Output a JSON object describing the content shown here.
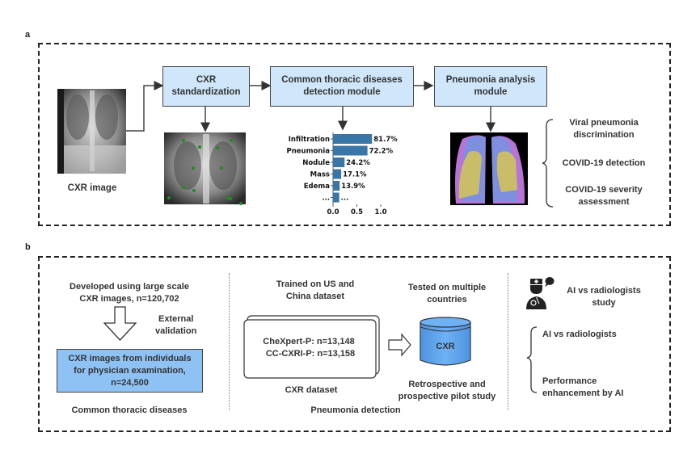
{
  "panel_a": {
    "label": "a",
    "input_caption": "CXR image",
    "modules": {
      "standardization": {
        "line1": "CXR",
        "line2": "standardization"
      },
      "detection": {
        "line1": "Common thoracic diseases",
        "line2": "detection module"
      },
      "pneumonia": {
        "line1": "Pneumonia analysis",
        "line2": "module"
      }
    },
    "outcomes": [
      {
        "line1": "Viral pneumonia",
        "line2": "discrimination"
      },
      {
        "line1": "COVID-19 detection",
        "line2": ""
      },
      {
        "line1": "COVID-19 severity",
        "line2": "assessment"
      }
    ],
    "colors": {
      "module_fill": "#cfe6fb",
      "bar": "#3a75a8",
      "landmark": "#1e8c1e",
      "lung_blue": "#7f8fe0",
      "lung_yellow": "#c9bd6a",
      "lung_purple": "#b774d6"
    }
  },
  "chart_data": {
    "type": "bar",
    "orientation": "horizontal",
    "categories": [
      "Infiltration",
      "Pneumonia",
      "Nodule",
      "Mass",
      "Edema",
      "..."
    ],
    "values": [
      0.817,
      0.722,
      0.242,
      0.171,
      0.139,
      0.13
    ],
    "data_labels": [
      "81.7%",
      "72.2%",
      "24.2%",
      "17.1%",
      "13.9%",
      "..."
    ],
    "xlim": [
      0,
      1.0
    ],
    "xticks": [
      "0.0",
      "0.5",
      "1.0"
    ],
    "title": "",
    "xlabel": "",
    "ylabel": "",
    "grid": false
  },
  "panel_b": {
    "label": "b",
    "section1": {
      "top_line1": "Developed using large scale",
      "top_line2": "CXR images, n=120,702",
      "arrow_line1": "External",
      "arrow_line2": "validation",
      "box_line1": "CXR images from individuals",
      "box_line2": "for physician examination,",
      "box_line3": "n=24,500",
      "caption": "Common thoracic diseases",
      "box_color": "#8ec2f5"
    },
    "section2": {
      "trained_line1": "Trained on US and",
      "trained_line2": "China dataset",
      "dataset_line1": "CheXpert-P: n=13,148",
      "dataset_line2": "CC-CXRI-P: n=13,158",
      "dataset_caption": "CXR dataset",
      "tested_line1": "Tested on multiple",
      "tested_line2": "countries",
      "db_label": "CXR",
      "retro_line1": "Retrospective and",
      "retro_line2": "prospective pilot study",
      "caption": "Pneumonia detection",
      "db_color": "#5ea3ee"
    },
    "section3": {
      "title_line1": "AI vs radiologists",
      "title_line2": "study",
      "item1": "AI vs radiologists",
      "item2_line1": "Performance",
      "item2_line2": "enhancement by AI"
    }
  }
}
